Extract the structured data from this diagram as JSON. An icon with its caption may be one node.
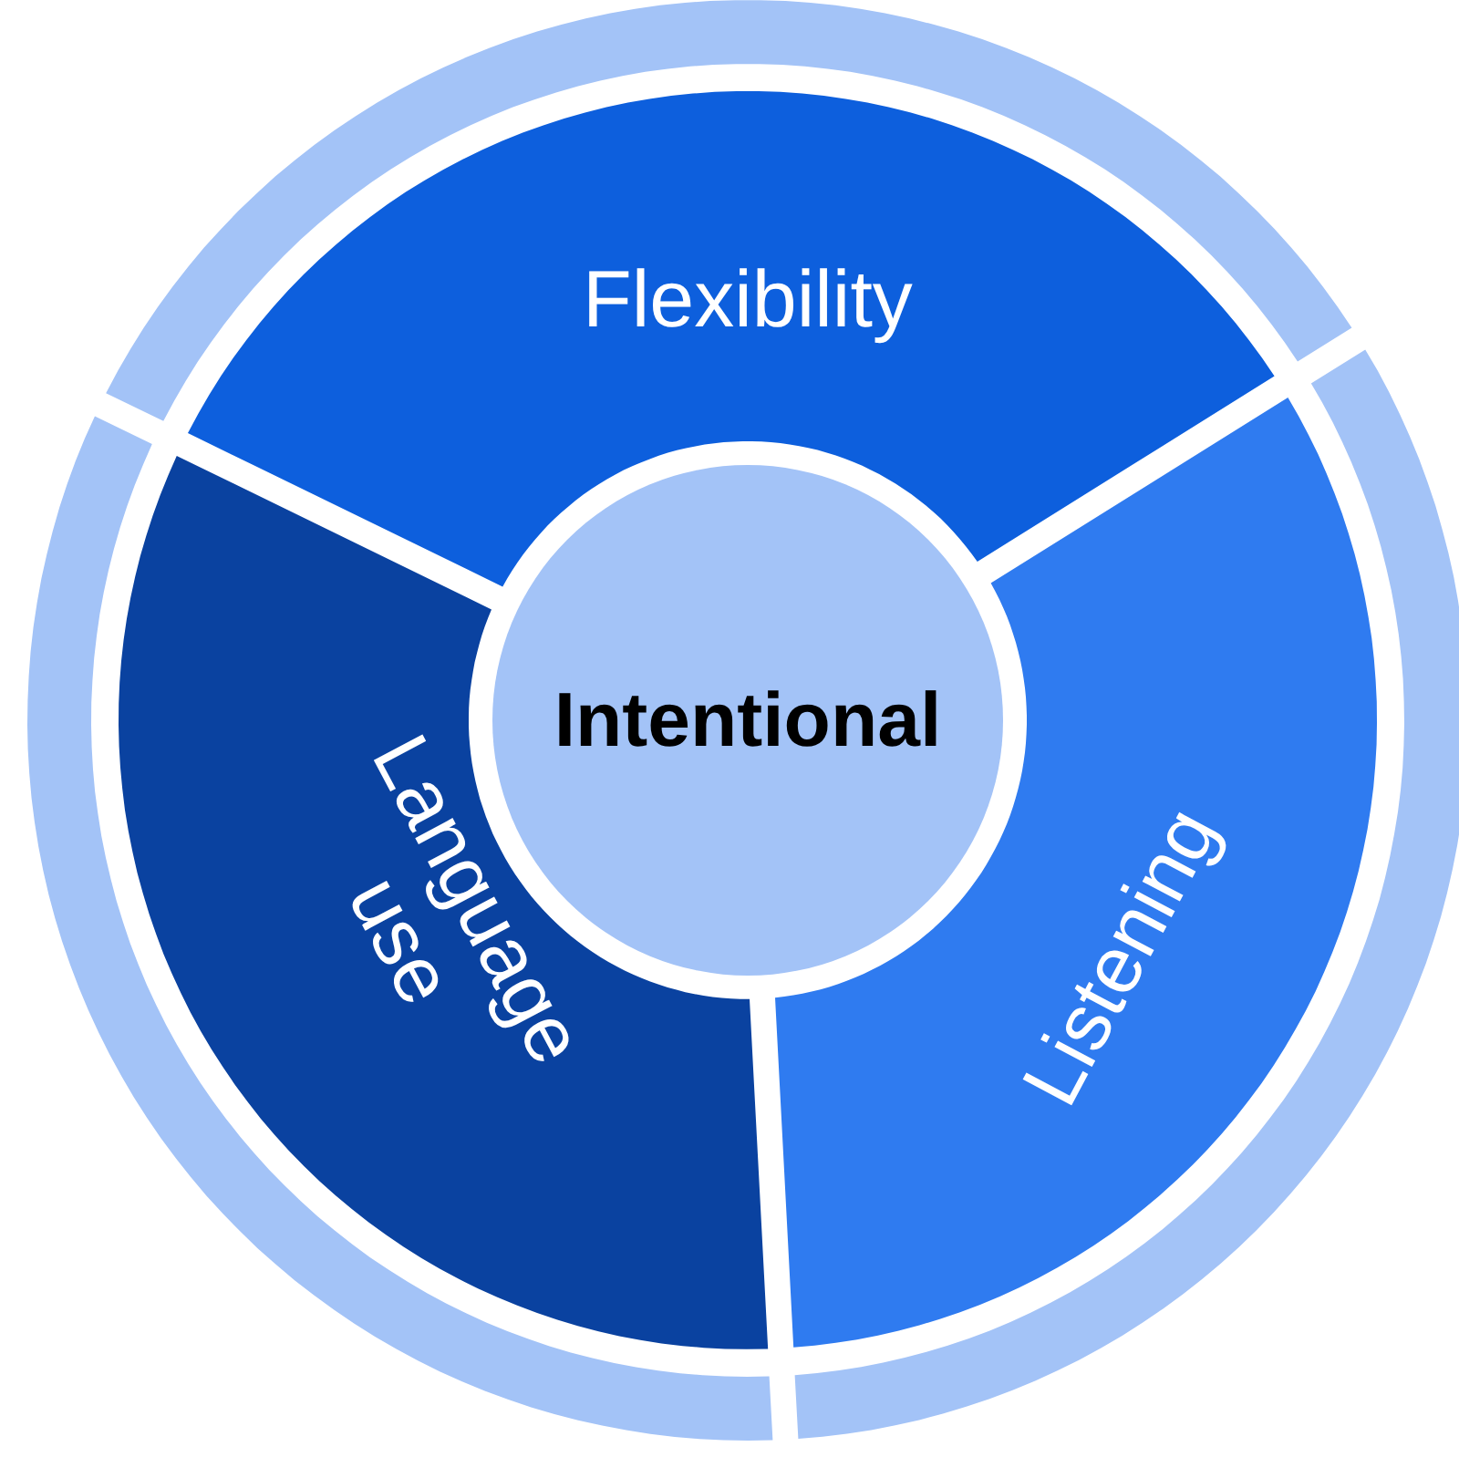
{
  "diagram": {
    "nodes": [
      {
        "text": [
          "Intentional"
        ]
      },
      {
        "text": [
          "Flexibility"
        ]
      },
      {
        "text": [
          "Listening"
        ]
      },
      {
        "text": [
          "Language use"
        ]
      }
    ],
    "edges": []
  }
}
